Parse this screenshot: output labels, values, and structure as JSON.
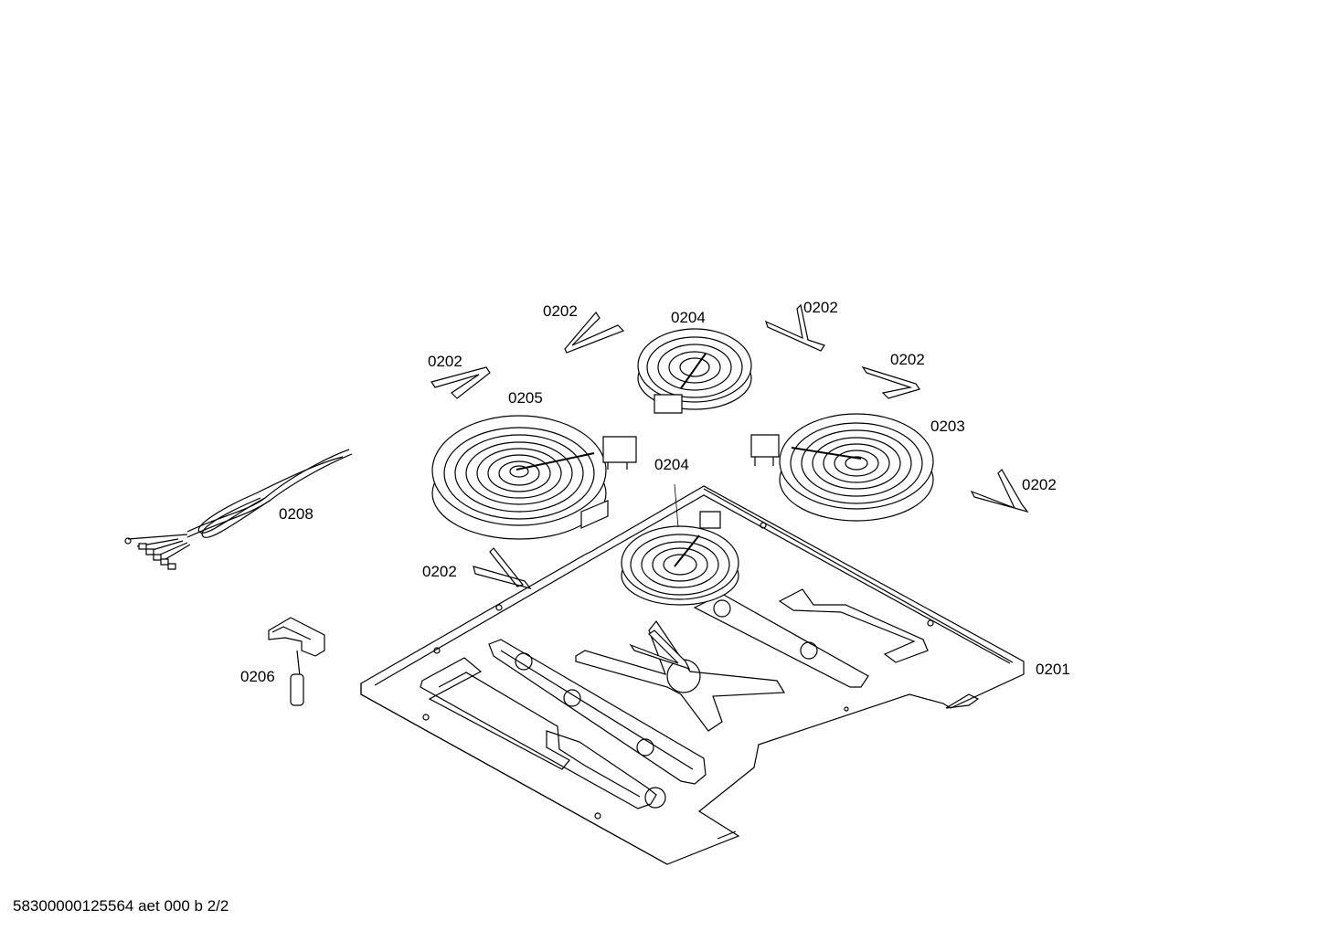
{
  "labels": {
    "clip_top_left": "0202",
    "burner_small_top": "0204",
    "clip_top_right": "0202",
    "clip_mid_left": "0202",
    "burner_large": "0205",
    "clip_mid_right": "0202",
    "burner_right": "0203",
    "burner_small_center": "0204",
    "clip_far_right": "0202",
    "cable_harness": "0208",
    "clip_lower_left": "0202",
    "base_tray": "0201",
    "switch_part": "0206"
  },
  "footer": "58300000125564 aet 000 b 2/2"
}
